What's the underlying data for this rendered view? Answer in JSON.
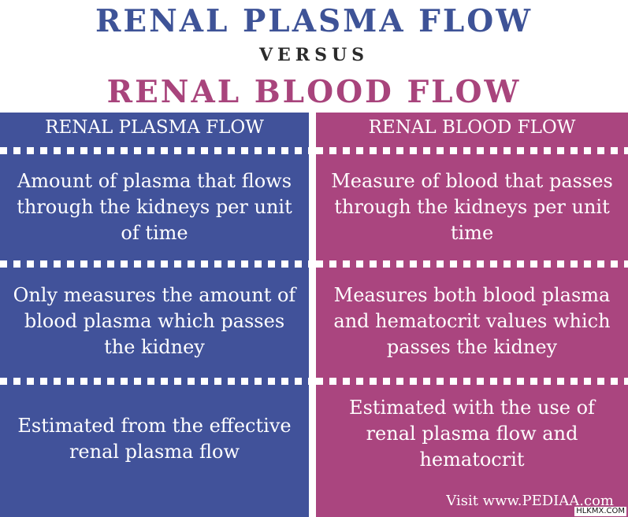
{
  "header": {
    "title": "RENAL PLASMA FLOW",
    "versus": "VERSUS",
    "subtitle": "RENAL BLOOD FLOW"
  },
  "columns": [
    {
      "heading": "RENAL PLASMA FLOW",
      "color": "#41529a",
      "rows": [
        "Amount of plasma that flows through the kidneys per unit of time",
        "Only measures the amount of blood plasma which passes the kidney",
        "Estimated from the effective renal plasma flow"
      ]
    },
    {
      "heading": "RENAL BLOOD FLOW",
      "color": "#aa457f",
      "rows": [
        "Measure of blood that passes through the kidneys per unit time",
        "Measures both blood plasma and hematocrit values which passes the kidney",
        "Estimated with the use of renal plasma flow and hematocrit"
      ]
    }
  ],
  "credit": "Visit www.PEDIAA.com",
  "watermark": "HLKMX.COM"
}
